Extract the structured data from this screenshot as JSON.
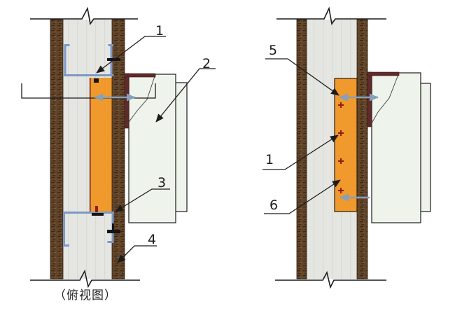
{
  "figure": {
    "caption": "（俯视图）",
    "left_view": {
      "callouts": [
        {
          "id": "1",
          "text": "1"
        },
        {
          "id": "2",
          "text": "2"
        },
        {
          "id": "3",
          "text": "3"
        },
        {
          "id": "4",
          "text": "4"
        }
      ]
    },
    "right_view": {
      "callouts": [
        {
          "id": "5",
          "text": "5"
        },
        {
          "id": "1",
          "text": "1"
        },
        {
          "id": "6",
          "text": "6"
        }
      ]
    }
  },
  "colors": {
    "background": "#ffffff",
    "brick": "#63452a",
    "brick_dark": "#31210f",
    "brick_light": "#8a6a42",
    "wall_core": "#e5e6e2",
    "wall_core_streak": "#d4d5d1",
    "insulation_orange": "#f0992c",
    "insulation_edge": "#7a241c",
    "angle_maroon": "#5e2b2b",
    "panel_green": "#eef3ec",
    "channel_blue": "#7d98c6",
    "pin_steel": "#84a0ba",
    "anchor_red": "#8e1d15"
  }
}
